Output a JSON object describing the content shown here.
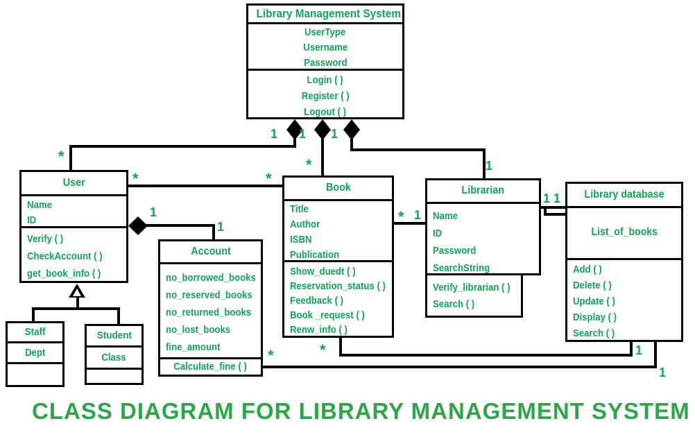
{
  "title": "CLASS DIAGRAM FOR LIBRARY MANAGEMENT SYSTEM",
  "colors": {
    "class_text_green": "#0fa557",
    "title_green": "#2ba746",
    "line_black": "#000000",
    "background": "#ffffff"
  },
  "classes": {
    "lms": {
      "name": "Library Management System",
      "attributes": [
        "UserType",
        "Username",
        "Password"
      ],
      "methods": [
        "Login ( )",
        "Register ( )",
        "Logout ( )"
      ]
    },
    "user": {
      "name": "User",
      "attributes": [
        "Name",
        "ID"
      ],
      "methods": [
        "Verify ( )",
        "CheckAccount ( )",
        "get_book_info ( )"
      ]
    },
    "account": {
      "name": "Account",
      "attributes": [
        "no_borrowed_books",
        "no_reserved_books",
        "no_returned_books",
        "no_lost_books",
        "fine_amount"
      ],
      "methods": [
        "Calculate_fine ( )"
      ]
    },
    "book": {
      "name": "Book",
      "attributes": [
        "Title",
        "Author",
        "ISBN",
        "Publication"
      ],
      "methods": [
        "Show_duedt ( )",
        "Reservation_status ( )",
        "Feedback ( )",
        "Book _request ( )",
        "Renw_info ( )"
      ]
    },
    "librarian": {
      "name": "Librarian",
      "attributes": [
        "Name",
        "ID",
        "Password",
        "SearchString"
      ],
      "methods": [
        "Verify_librarian ( )",
        "Search ( )"
      ]
    },
    "library_database": {
      "name": "Library database",
      "attributes": [
        "List_of_books"
      ],
      "methods": [
        "Add ( )",
        "Delete ( )",
        "Update ( )",
        "Display ( )",
        "Search ( )"
      ]
    },
    "staff": {
      "name": "Staff",
      "attributes": [
        "Dept"
      ],
      "methods": []
    },
    "student": {
      "name": "Student",
      "attributes": [
        "Class"
      ],
      "methods": []
    }
  },
  "relationships": {
    "lms_user": {
      "type": "composition",
      "near_label": "1",
      "far_label": "*"
    },
    "lms_book": {
      "type": "composition",
      "near_label": "1",
      "far_label": "*"
    },
    "lms_librarian": {
      "type": "composition",
      "near_label": "1",
      "far_label": "1"
    },
    "user_book": {
      "type": "association",
      "near_label": "*",
      "far_label": "*"
    },
    "user_account": {
      "type": "composition",
      "near_label": "1",
      "far_label": "1"
    },
    "book_librarian": {
      "type": "association",
      "near_label": "*",
      "far_label": "1"
    },
    "librarian_librarydb": {
      "type": "association",
      "near_label": "1",
      "far_label": "1"
    },
    "book_librarydb": {
      "type": "association",
      "near_label": "*",
      "far_label": "1"
    },
    "account_librarydb": {
      "type": "association",
      "near_label": "*",
      "far_label": "1"
    },
    "user_staff_student": {
      "type": "generalization"
    }
  }
}
